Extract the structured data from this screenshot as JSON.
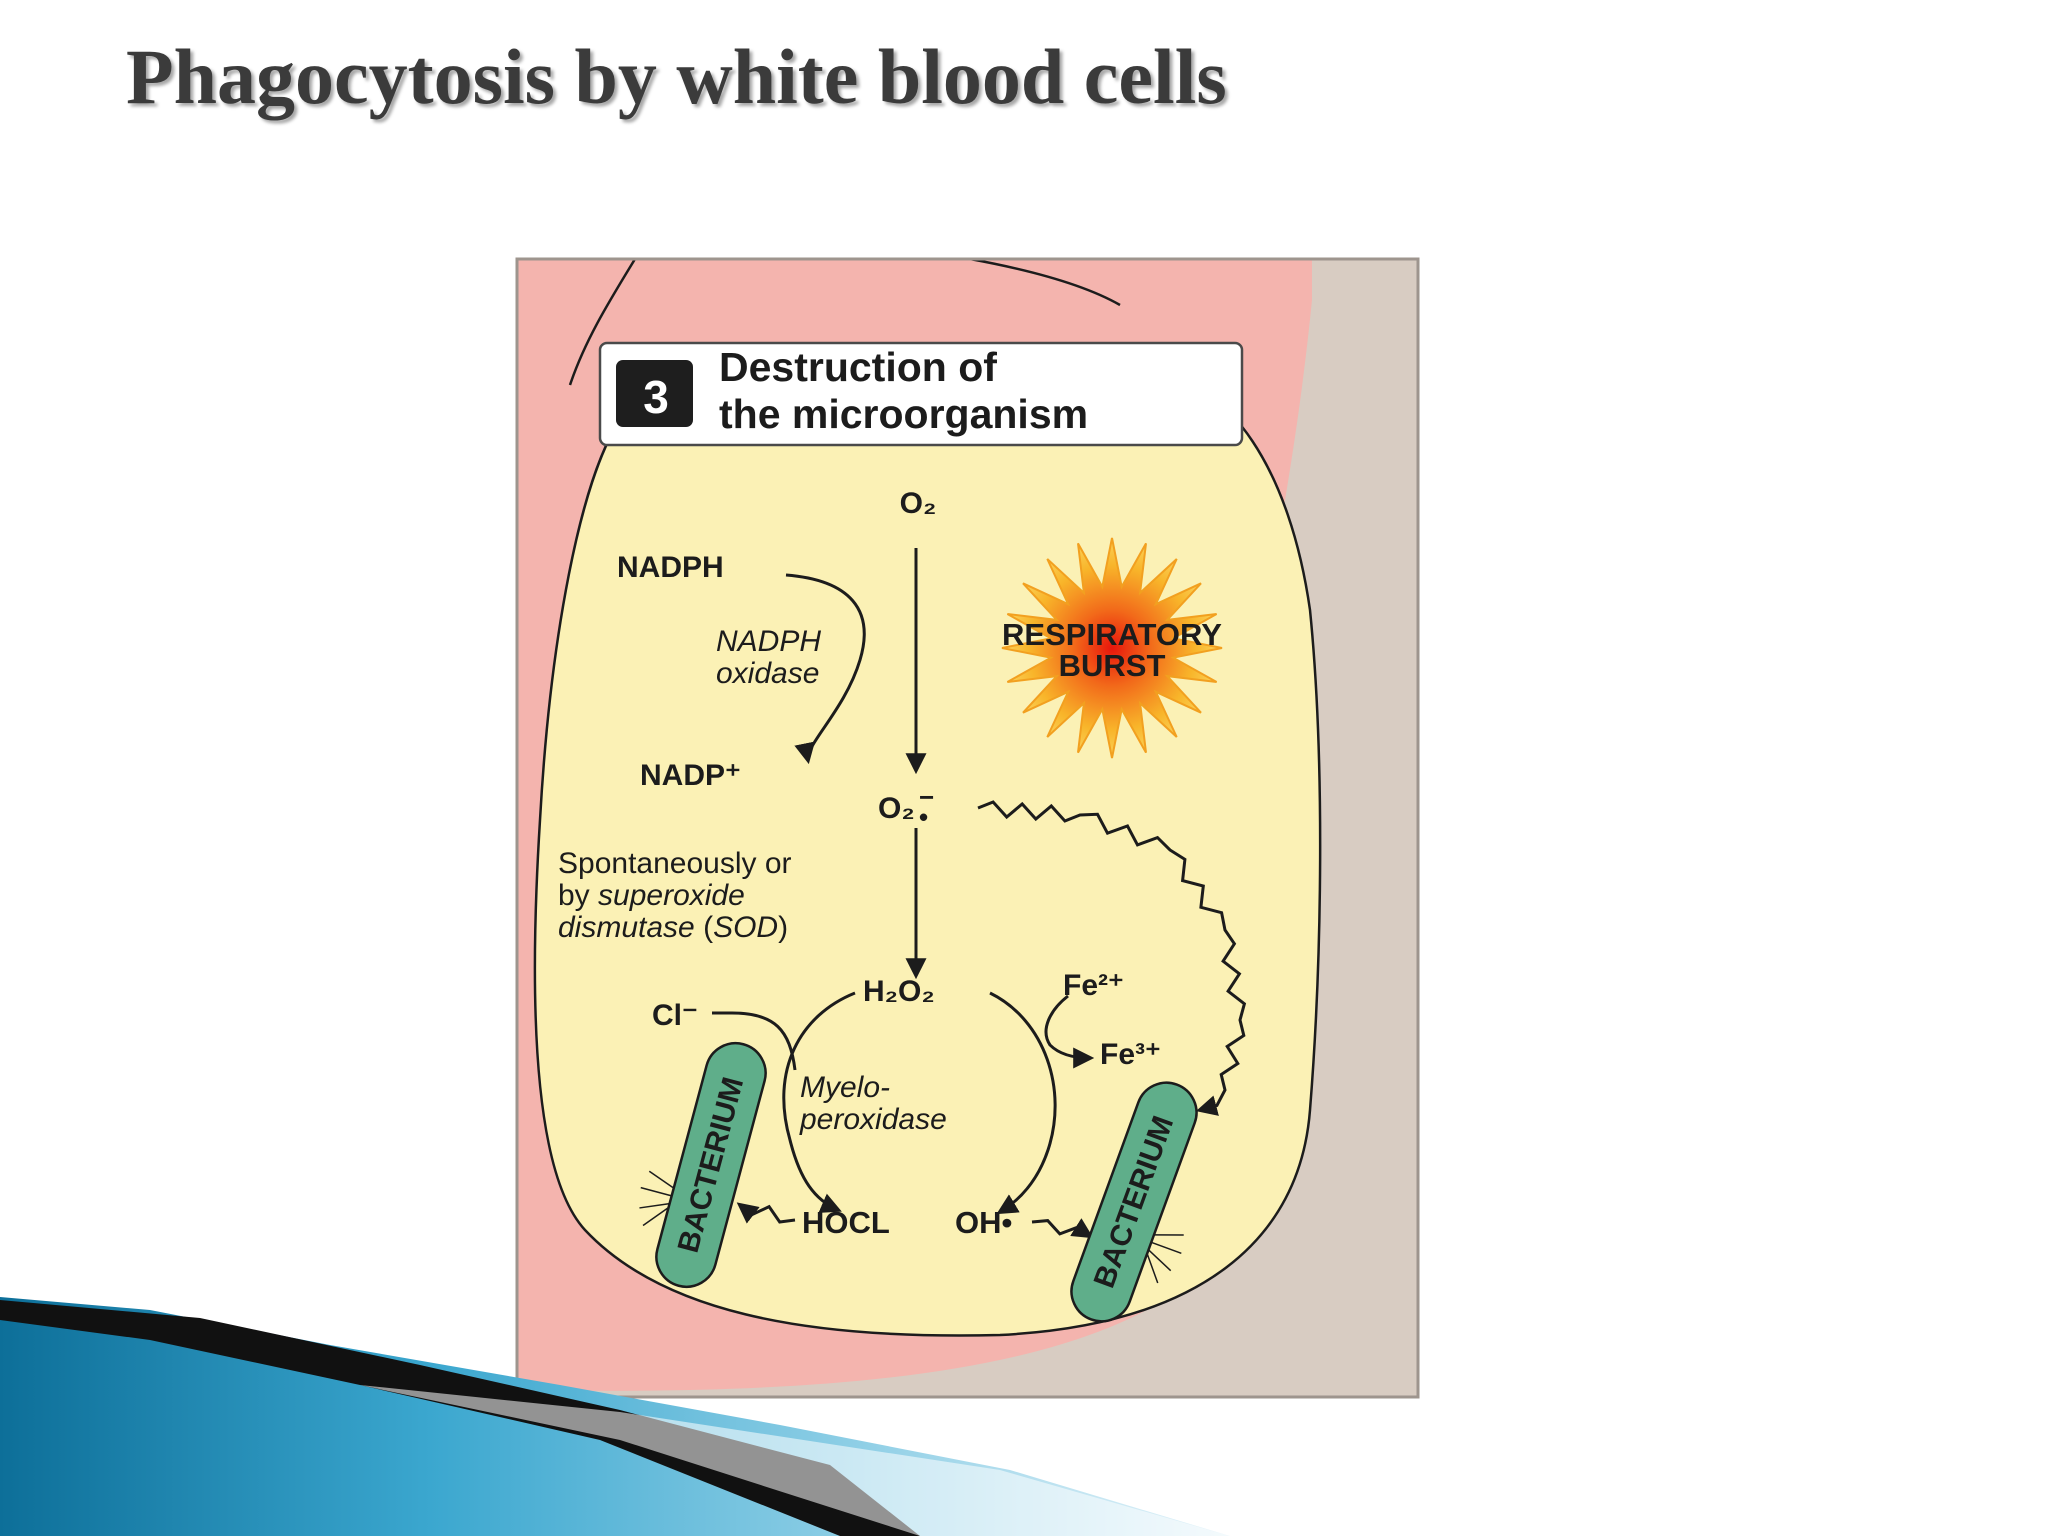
{
  "slide": {
    "title": "Phagocytosis by white blood cells"
  },
  "panel": {
    "step_number": "3",
    "heading_line1": "Destruction of",
    "heading_line2": "the microorganism"
  },
  "labels": {
    "o2": "O₂",
    "nadph": "NADPH",
    "nadph_oxidase_line1": "NADPH",
    "nadph_oxidase_line2": "oxidase",
    "nadp_plus": "NADP⁺",
    "respiratory_burst_line1": "RESPIRATORY",
    "respiratory_burst_line2": "BURST",
    "superoxide": "O₂",
    "spontaneously_line1": "Spontaneously or",
    "spontaneously_line2_a": "by ",
    "spontaneously_line2_b": "superoxide",
    "spontaneously_line3_a": "dismutase",
    "spontaneously_line3_b": " (",
    "spontaneously_line3_c": "SOD",
    "spontaneously_line3_d": ")",
    "h2o2": "H₂O₂",
    "cl_minus": "Cl⁻",
    "fe2plus": "Fe²⁺",
    "fe3plus": "Fe³⁺",
    "myelo_line1": "Myelo-",
    "myelo_line2": "peroxidase",
    "hocl": "HOCL",
    "oh_radical": "OH•",
    "bacterium_left": "BACTERIUM",
    "bacterium_right": "BACTERIUM"
  },
  "colors": {
    "cell_pink": "#f4b4ae",
    "cell_tan": "#d8ccc2",
    "phagosome": "#fbf1b5",
    "bacterium": "#5fae8a",
    "burst_outer": "#f5b128",
    "burst_inner": "#ee2a16",
    "footer_blue": "#2d95bf"
  }
}
